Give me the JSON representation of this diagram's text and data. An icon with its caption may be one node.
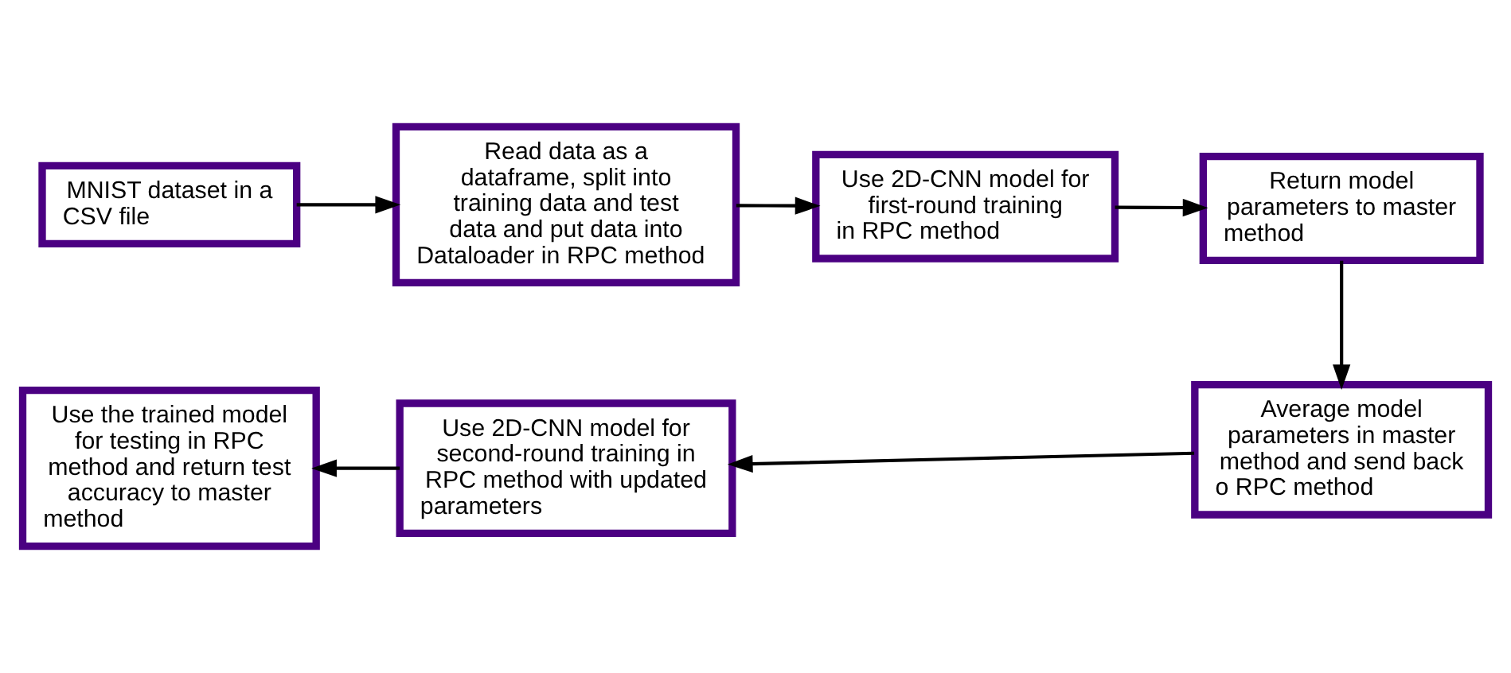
{
  "diagram": {
    "nodes": [
      {
        "text": [
          "MNIST dataset in a CSV file"
        ]
      },
      {
        "text": [
          "Read data as a dataframe, split into training data and test data and put data into Dataloader in RPC method"
        ]
      },
      {
        "text": [
          "Use 2D-CNN model for first-round training in RPC method"
        ]
      },
      {
        "text": [
          "Return model parameters to master method"
        ]
      },
      {
        "text": [
          "Average model parameters in master method and send back o RPC method"
        ]
      },
      {
        "text": [
          "Use 2D-CNN model for second-round training in RPC method with updated parameters"
        ]
      },
      {
        "text": [
          "Use the trained model for testing in RPC method and return test accuracy to master method"
        ]
      }
    ],
    "edges": [
      {
        "from": 0,
        "to": 1,
        "arrow": "to"
      },
      {
        "from": 1,
        "to": 2,
        "arrow": "to"
      },
      {
        "from": 2,
        "to": 3,
        "arrow": "to"
      },
      {
        "from": 3,
        "to": 4,
        "arrow": "to"
      },
      {
        "from": 4,
        "to": 5,
        "arrow": "to"
      },
      {
        "from": 5,
        "to": 6,
        "arrow": "to"
      }
    ]
  }
}
